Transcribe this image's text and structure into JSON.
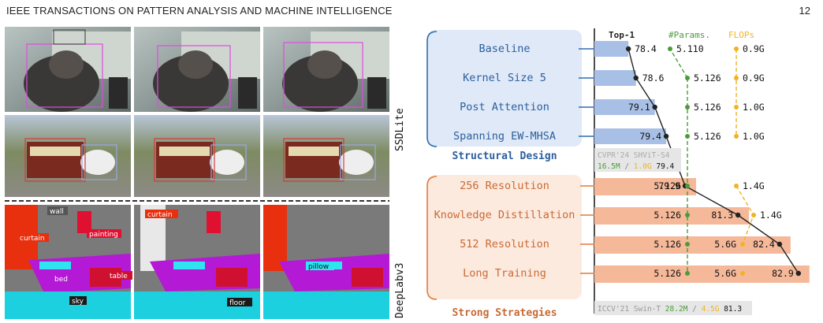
{
  "header": {
    "title": "IEEE TRANSACTIONS ON PATTERN ANALYSIS AND MACHINE INTELLIGENCE",
    "page": "12"
  },
  "left": {
    "ssdlite_label": "SSDLite",
    "deeplab_label": "DeepLabv3",
    "seg_labels": [
      "wall",
      "curtain",
      "painting",
      "curtain",
      "pillow",
      "bed",
      "table",
      "sky",
      "floor"
    ]
  },
  "colors": {
    "structural": "#dfe9f7",
    "structural_border": "#2e6db4",
    "structural_bar": "#a9c0e6",
    "strategy": "#fdeadf",
    "strategy_border": "#e07a3c",
    "strategy_bar": "#f5b99a",
    "params": "#4a9c3a",
    "flops": "#f1b324",
    "top1": "#222222"
  },
  "chart_data": {
    "type": "bar",
    "columns": {
      "top1": "Top-1",
      "params": "#Params.",
      "flops": "FLOPs"
    },
    "groups": [
      {
        "name": "Structural Design",
        "start": 0,
        "end": 3
      },
      {
        "name": "Strong Strategies",
        "start": 4,
        "end": 7
      }
    ],
    "categories": [
      "Baseline",
      "Kernel Size 5",
      "Post Attention",
      "Spanning EW-MHSA",
      "256 Resolution",
      "Knowledge Distillation",
      "512 Resolution",
      "Long Training"
    ],
    "top1": [
      78.4,
      78.6,
      79.1,
      79.4,
      79.9,
      81.3,
      82.4,
      82.9
    ],
    "params": [
      "5.110",
      "5.126",
      "5.126",
      "5.126",
      "5.126",
      "5.126",
      "5.126",
      "5.126"
    ],
    "flops": [
      "0.9G",
      "0.9G",
      "1.0G",
      "1.0G",
      "1.4G",
      "1.4G",
      "5.6G",
      "5.6G"
    ],
    "xlim": [
      77.5,
      83.3
    ],
    "references": [
      {
        "name": "CVPR'24 SHViT-S4",
        "params": "16.5M",
        "flops": "1.0G",
        "top1": "79.4"
      },
      {
        "name": "ICCV'21 Swin-T",
        "params": "28.2M",
        "flops": "4.5G",
        "top1": "81.3"
      }
    ]
  }
}
